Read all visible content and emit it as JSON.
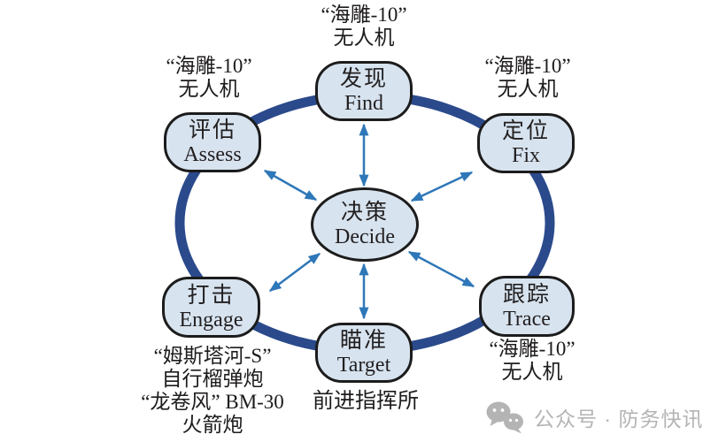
{
  "diagram": {
    "center": {
      "zh": "决策",
      "en": "Decide"
    },
    "nodes": {
      "find": {
        "zh": "发现",
        "en": "Find"
      },
      "fix": {
        "zh": "定位",
        "en": "Fix"
      },
      "trace": {
        "zh": "跟踪",
        "en": "Trace"
      },
      "target": {
        "zh": "瞄准",
        "en": "Target"
      },
      "engage": {
        "zh": "打击",
        "en": "Engage"
      },
      "assess": {
        "zh": "评估",
        "en": "Assess"
      }
    },
    "annotations": {
      "find_asset": {
        "line1": "“海雕-10”",
        "line2": "无人机"
      },
      "assess_asset": {
        "line1": "“海雕-10”",
        "line2": "无人机"
      },
      "fix_asset": {
        "line1": "“海雕-10”",
        "line2": "无人机"
      },
      "trace_asset": {
        "line1": "“海雕-10”",
        "line2": "无人机"
      },
      "target_asset": {
        "line1": "前进指挥所"
      },
      "engage_asset": {
        "line1": "“姆斯塔河-S”",
        "line2": "自行榴弹炮",
        "line3": "“龙卷风” BM-30",
        "line4": "火箭炮"
      }
    },
    "colors": {
      "ring": "#2b4a8c",
      "arrow": "#2e77b8",
      "node_fill": "#d7e3ef",
      "node_border": "#1c1c1c",
      "watermark_gray": "#b4b4b4"
    }
  },
  "watermark": {
    "icon": "wechat-icon",
    "text": "公众号 · 防务快讯"
  }
}
